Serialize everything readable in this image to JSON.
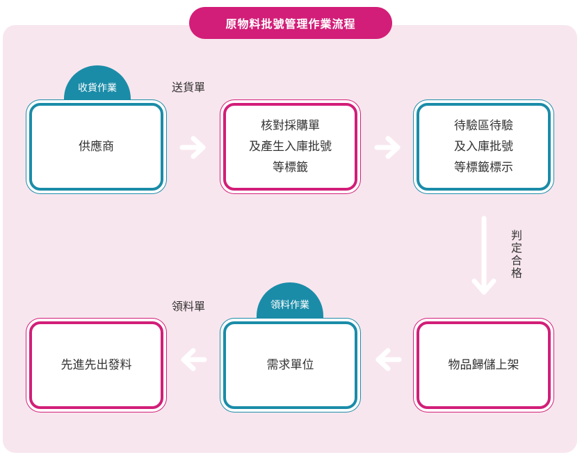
{
  "title": "原物料批號管理作業流程",
  "badges": {
    "receiving": "收貨作業",
    "picking": "領料作業"
  },
  "labels": {
    "delivery_note": "送貨單",
    "qualified": "判定合格",
    "requisition": "領料單"
  },
  "steps": {
    "supplier": [
      "供應商"
    ],
    "verify": [
      "核對採購單",
      "及產生入庫批號",
      "等標籤"
    ],
    "inspect": [
      "待驗區待驗",
      "及入庫批號",
      "等標籤標示"
    ],
    "storage": [
      "物品歸儲上架"
    ],
    "demand": [
      "需求單位"
    ],
    "fifo": [
      "先進先出發料"
    ]
  },
  "colors": {
    "teal": "#1a8ca8",
    "magenta": "#d21e78",
    "background": "#f8e6ee"
  }
}
